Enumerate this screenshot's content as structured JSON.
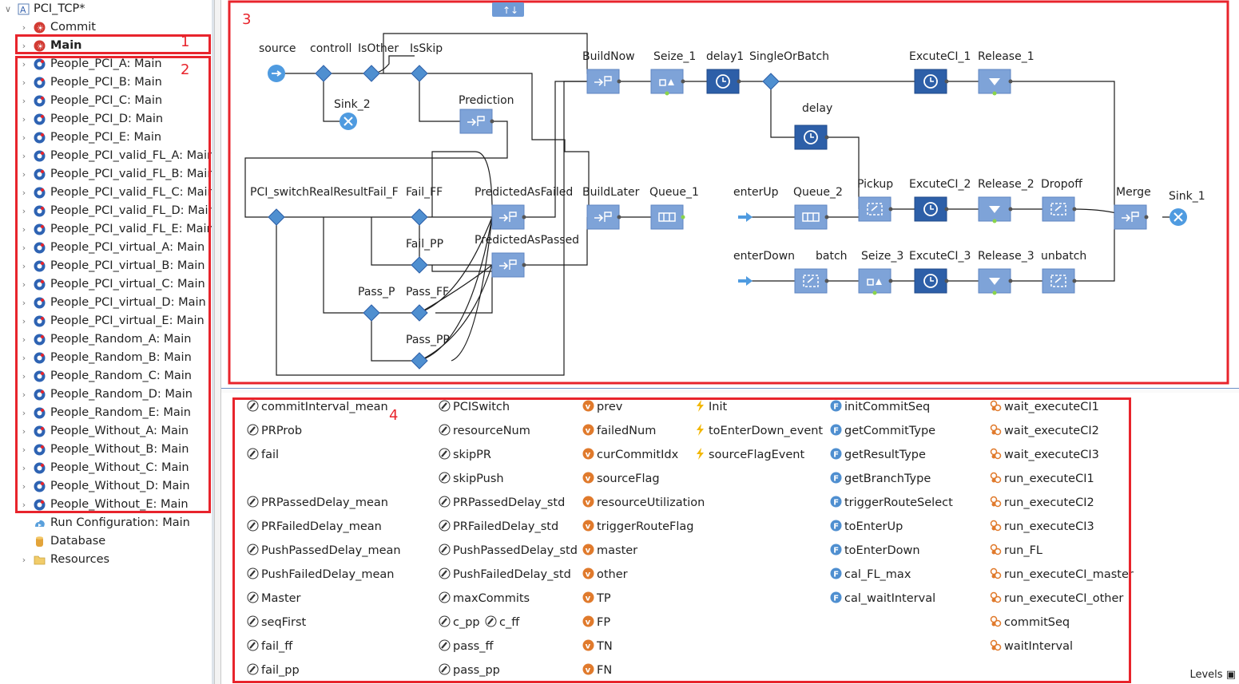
{
  "tree": {
    "root": {
      "label": "PCI_TCP*"
    },
    "commit": {
      "label": "Commit"
    },
    "main": {
      "label": "Main"
    },
    "agents": [
      "People_PCI_A: Main",
      "People_PCI_B: Main",
      "People_PCI_C: Main",
      "People_PCI_D: Main",
      "People_PCI_E: Main",
      "People_PCI_valid_FL_A: Main",
      "People_PCI_valid_FL_B: Main",
      "People_PCI_valid_FL_C: Main",
      "People_PCI_valid_FL_D: Main",
      "People_PCI_valid_FL_E: Main",
      "People_PCI_virtual_A: Main",
      "People_PCI_virtual_B: Main",
      "People_PCI_virtual_C: Main",
      "People_PCI_virtual_D: Main",
      "People_PCI_virtual_E: Main",
      "People_Random_A: Main",
      "People_Random_B: Main",
      "People_Random_C: Main",
      "People_Random_D: Main",
      "People_Random_E: Main",
      "People_Without_A: Main",
      "People_Without_B: Main",
      "People_Without_C: Main",
      "People_Without_D: Main",
      "People_Without_E: Main"
    ],
    "run_config": {
      "label": "Run Configuration: Main"
    },
    "database": {
      "label": "Database"
    },
    "resources": {
      "label": "Resources"
    }
  },
  "annotations": {
    "n1": "1",
    "n2": "2",
    "n3": "3",
    "n4": "4"
  },
  "diagram": {
    "blocks": {
      "source": "source",
      "controll": "controll",
      "isother": "IsOther",
      "isskip": "IsSkip",
      "sink2": "Sink_2",
      "prediction": "Prediction",
      "buildnow": "BuildNow",
      "seize1": "Seize_1",
      "delay1": "delay1",
      "singleorbatch": "SingleOrBatch",
      "delay": "delay",
      "excuteci1": "ExcuteCI_1",
      "release1": "Release_1",
      "pciswitch": "PCI_switchRealResultFail_F",
      "failff": "Fail_FF",
      "predfailed": "PredictedAsFailed",
      "buildlater": "BuildLater",
      "queue1": "Queue_1",
      "failpp": "Fail_PP",
      "predpassed": "PredictedAsPassed",
      "passp": "Pass_P",
      "passff": "Pass_FF",
      "passpp": "Pass_PP",
      "enterup": "enterUp",
      "queue2": "Queue_2",
      "pickup": "Pickup",
      "excuteci2": "ExcuteCI_2",
      "release2": "Release_2",
      "dropoff": "Dropoff",
      "merge": "Merge",
      "sink1": "Sink_1",
      "enterdown": "enterDown",
      "batch": "batch",
      "seize3": "Seize_3",
      "excuteci3": "ExcuteCI_3",
      "release3": "Release_3",
      "unbatch": "unbatch"
    }
  },
  "vars": {
    "col1": [
      "commitInterval_mean",
      "PRProb",
      "fail",
      "",
      "PRPassedDelay_mean",
      "PRFailedDelay_mean",
      "PushPassedDelay_mean",
      "PushFailedDelay_mean",
      "Master",
      "seqFirst",
      "fail_ff",
      "fail_pp"
    ],
    "col2": [
      "PCISwitch",
      "resourceNum",
      "skipPR",
      "skipPush",
      "PRPassedDelay_std",
      "PRFailedDelay_std",
      "PushPassedDelay_std",
      "PushFailedDelay_std",
      "maxCommits",
      "c_pp",
      "pass_ff",
      "pass_pp"
    ],
    "col2_extra": "c_ff",
    "col3": [
      "prev",
      "failedNum",
      "curCommitIdx",
      "sourceFlag",
      "resourceUtilization",
      "triggerRouteFlag",
      "master",
      "other",
      "TP",
      "FP",
      "TN",
      "FN"
    ],
    "col4": [
      "Init",
      "toEnterDown_event",
      "sourceFlagEvent"
    ],
    "col5": [
      "initCommitSeq",
      "getCommitType",
      "getResultType",
      "getBranchType",
      "triggerRouteSelect",
      "toEnterUp",
      "toEnterDown",
      "cal_FL_max",
      "cal_waitInterval"
    ],
    "col6": [
      "wait_executeCI1",
      "wait_executeCI2",
      "wait_executeCI3",
      "run_executeCI1",
      "run_executeCI2",
      "run_executeCI3",
      "run_FL",
      "run_executeCI_master",
      "run_executeCI_other",
      "commitSeq",
      "waitInterval"
    ]
  },
  "status": {
    "levels": "Levels"
  },
  "colors": {
    "annotation_red": "#e8242c",
    "block_light": "#6f9bd6",
    "block_dark": "#2d5fa8",
    "accent_green": "#8ad44a"
  }
}
